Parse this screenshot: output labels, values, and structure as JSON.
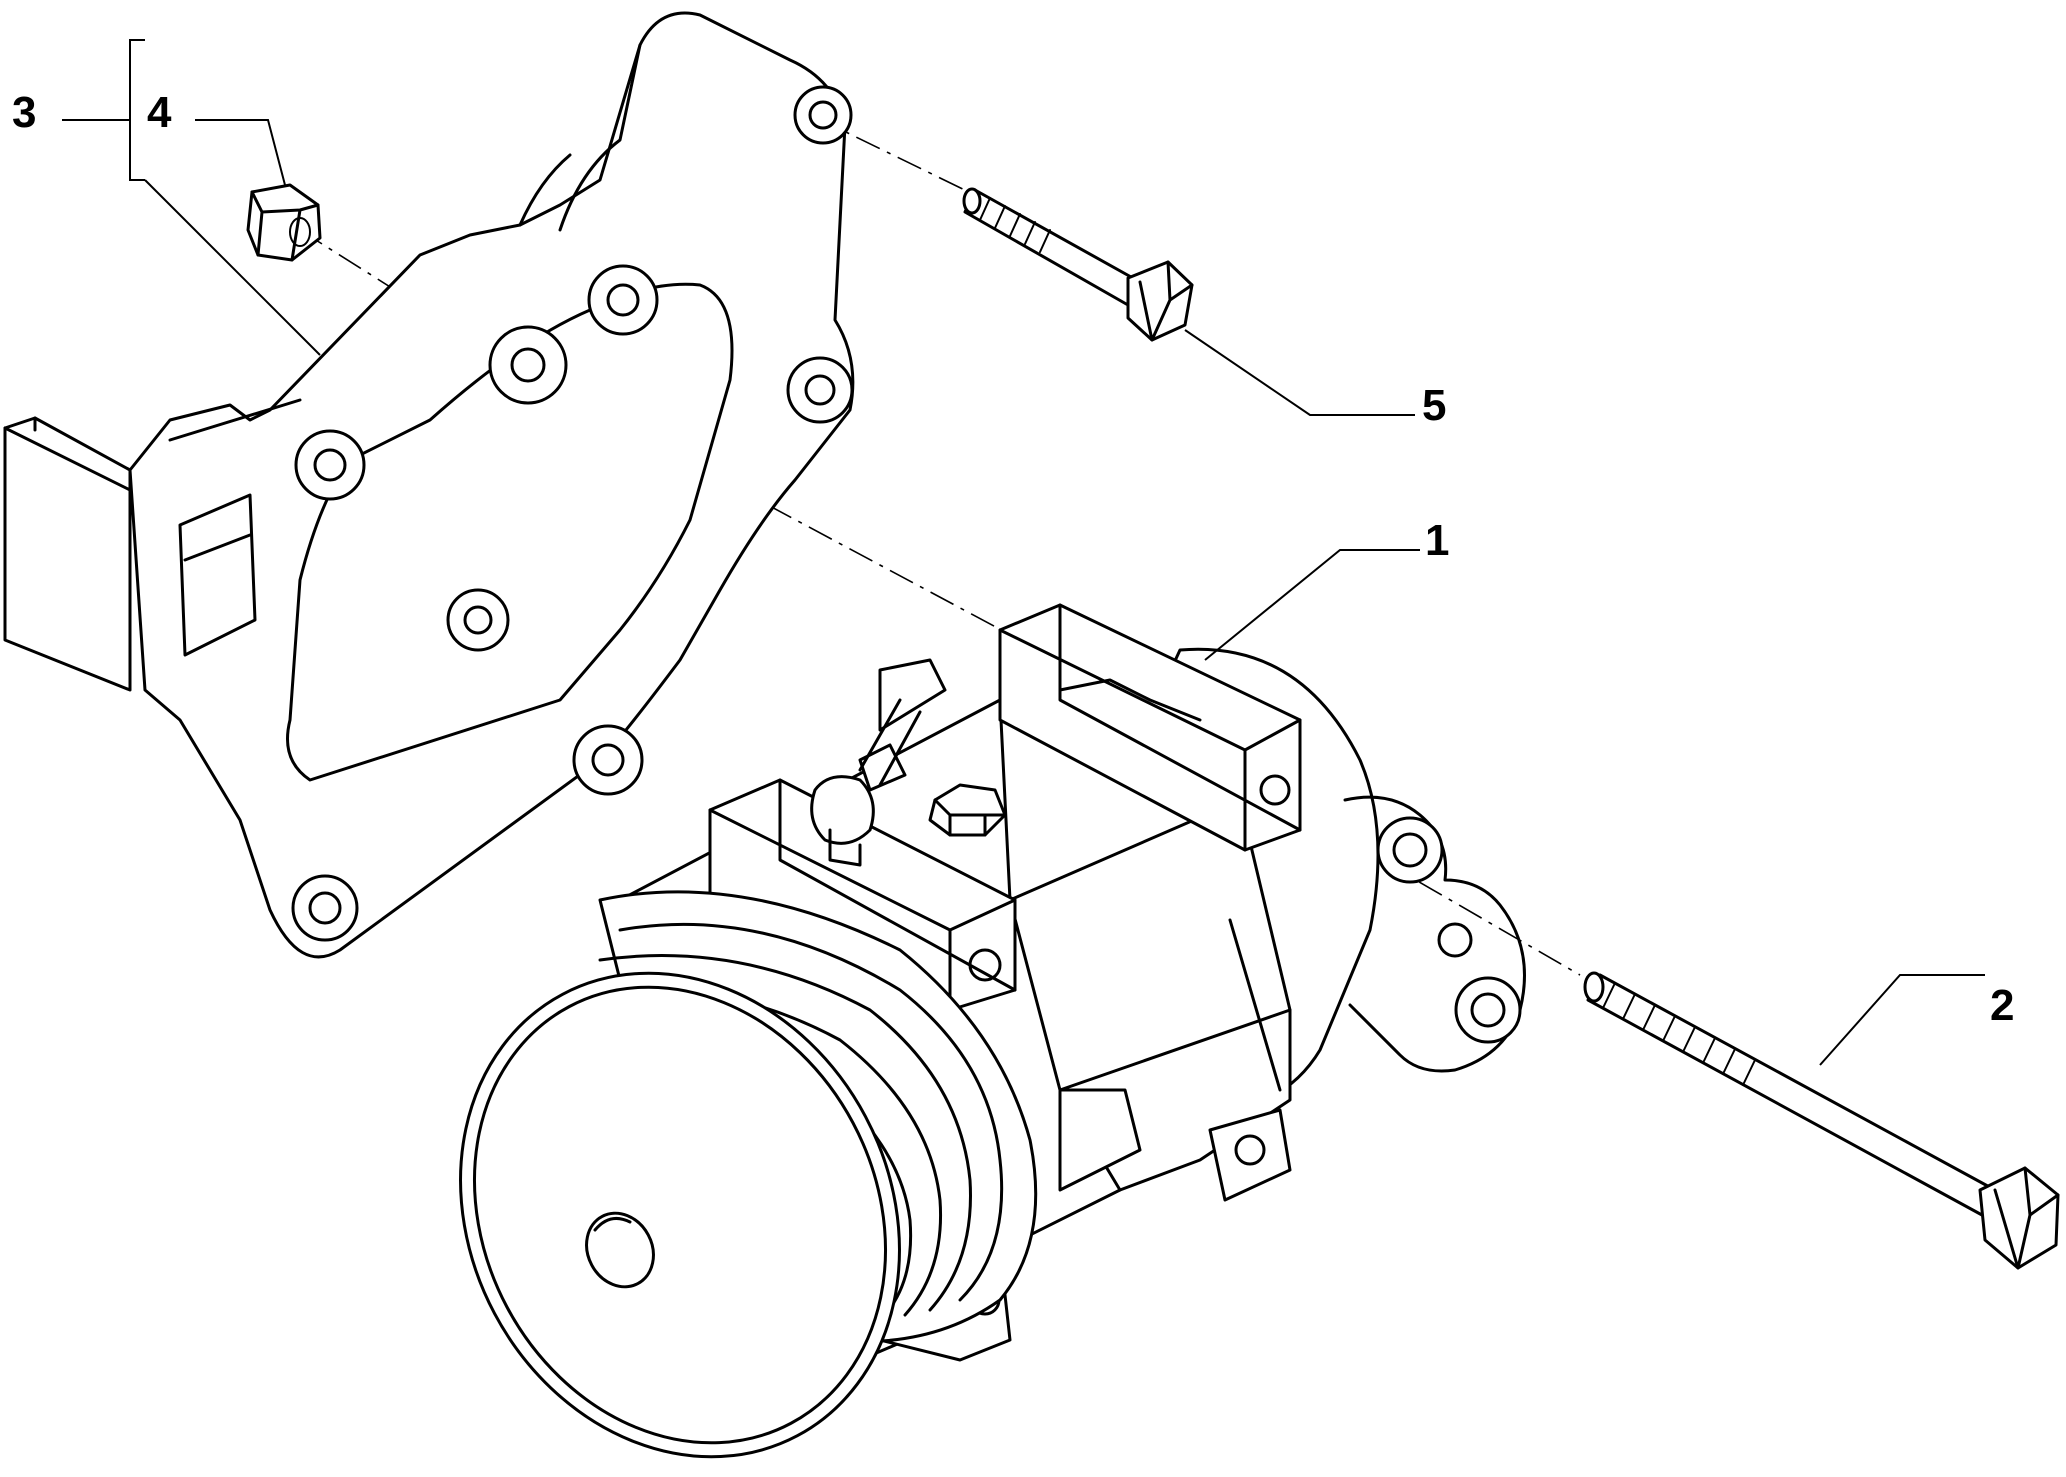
{
  "diagram": {
    "type": "exploded-parts-view",
    "callouts": [
      {
        "id": "1",
        "label": "1",
        "part": "compressor"
      },
      {
        "id": "2",
        "label": "2",
        "part": "long-bolt"
      },
      {
        "id": "3",
        "label": "3",
        "part": "bracket-assembly"
      },
      {
        "id": "4",
        "label": "4",
        "part": "nut"
      },
      {
        "id": "5",
        "label": "5",
        "part": "short-bolt"
      }
    ]
  }
}
